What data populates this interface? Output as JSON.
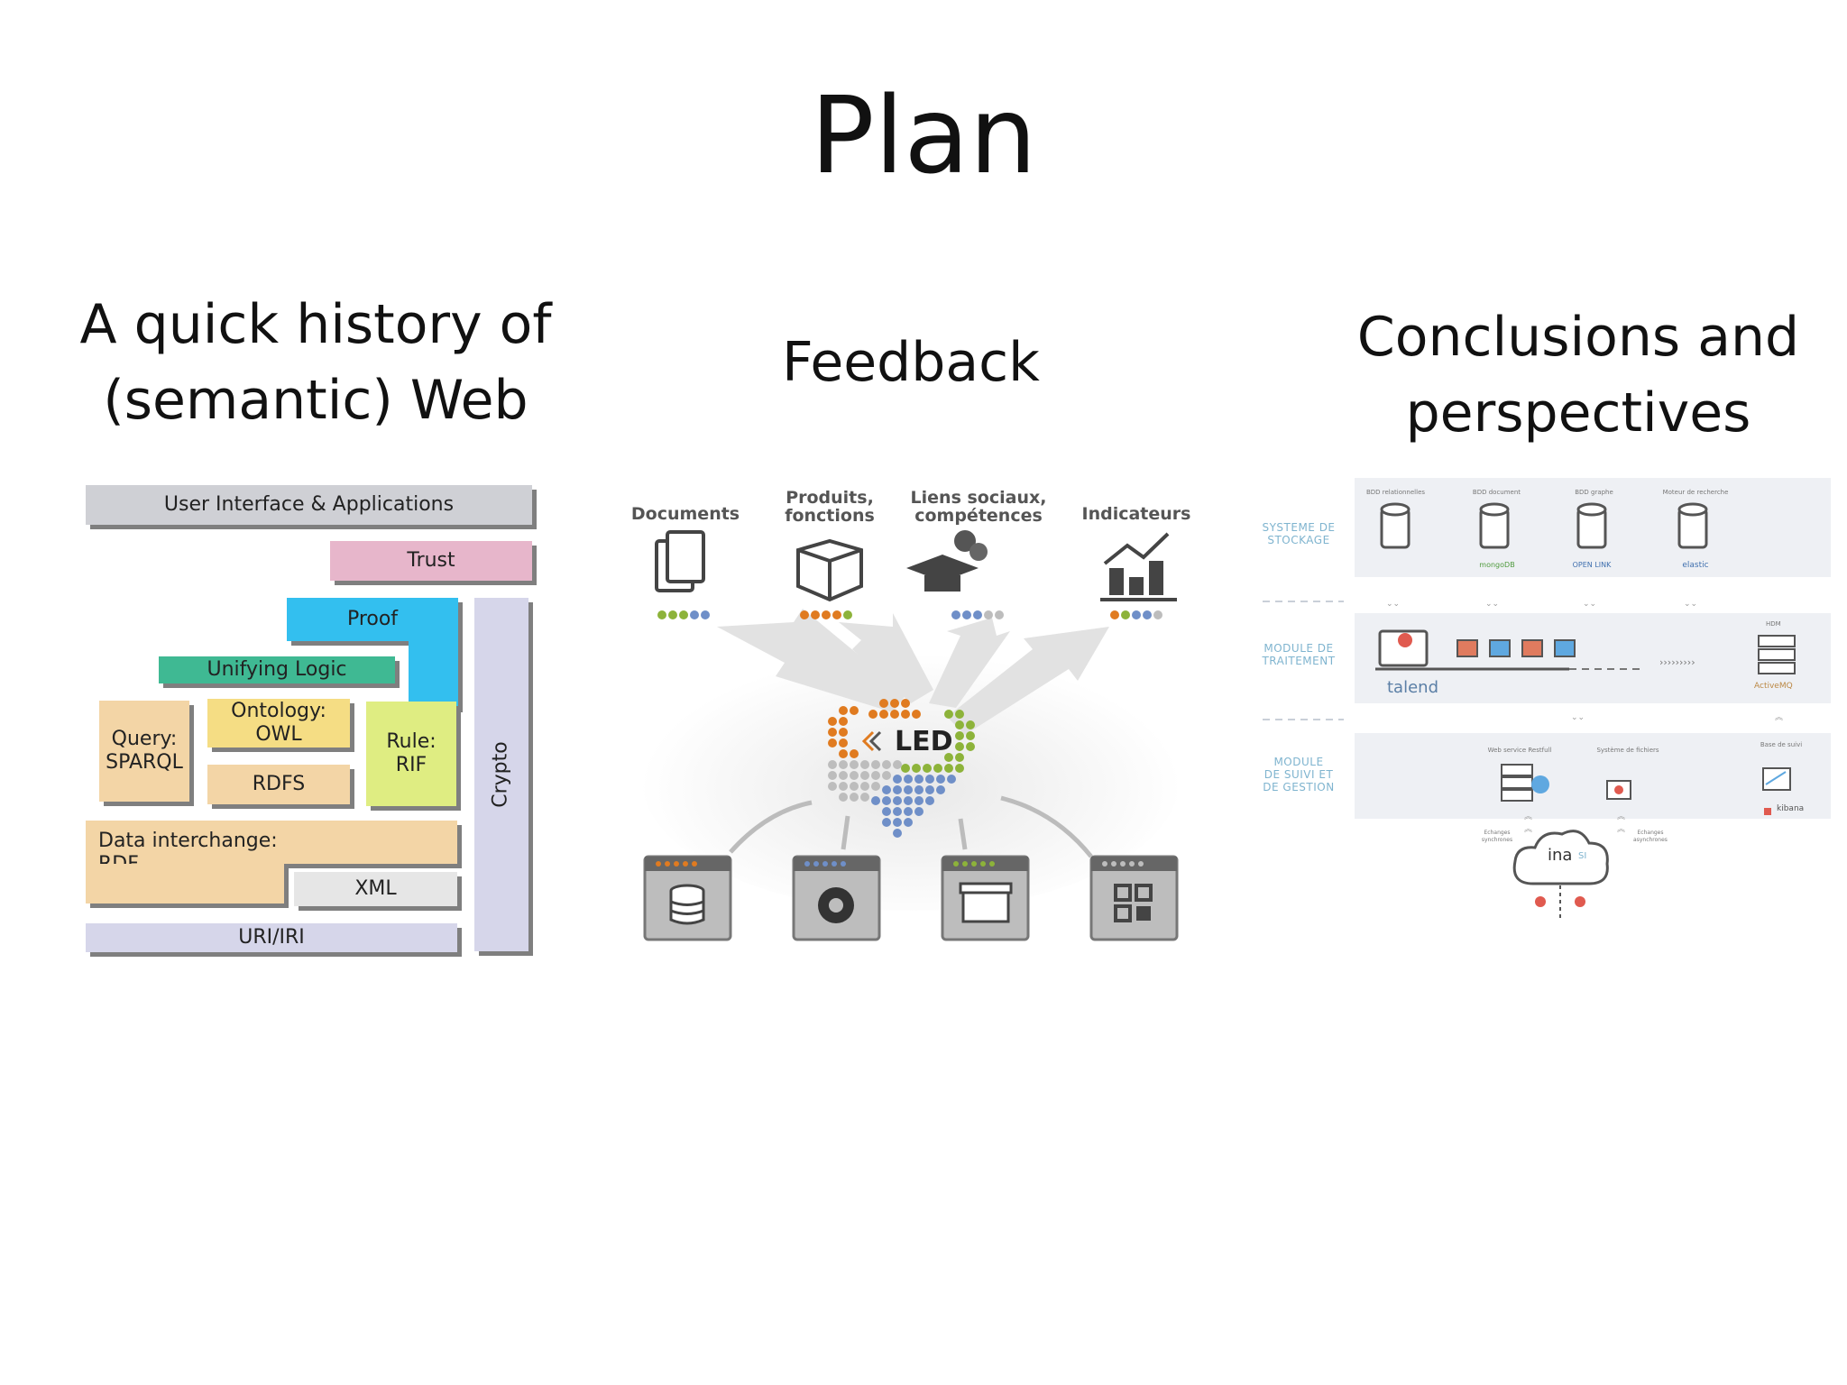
{
  "slide": {
    "title": "Plan"
  },
  "sections": {
    "left": {
      "heading": "A quick history of\n(semantic) Web"
    },
    "middle": {
      "heading": "Feedback"
    },
    "right": {
      "heading": "Conclusions and\nperspectives"
    }
  },
  "semantic_web_stack": {
    "ui": "User Interface & Applications",
    "trust": "Trust",
    "proof": "Proof",
    "unifying_logic": "Unifying Logic",
    "query": "Query:\nSPARQL",
    "ontology": "Ontology:\nOWL",
    "rdfs": "RDFS",
    "rule": "Rule:\nRIF",
    "crypto": "Crypto",
    "data_interchange": "Data interchange:\nRDF",
    "xml": "XML",
    "uri": "URI/IRI",
    "colors": {
      "gray": "#cfd0d5",
      "pink": "#e7b6cb",
      "cyan": "#33bfef",
      "green": "#3fb993",
      "tan": "#f3d5a6",
      "yellow": "#f5dd84",
      "lime": "#dfed82",
      "lavender": "#d6d6ea"
    }
  },
  "feedback_diagram": {
    "categories": [
      "Documents",
      "Produits,\nfonctions",
      "Liens sociaux,\ncompétences",
      "Indicateurs"
    ],
    "center_logo": "LED",
    "icons": [
      "documents-icon",
      "box-icon",
      "graduation-cap-icon",
      "chart-icon",
      "database-icon",
      "gear-icon",
      "archive-icon",
      "qr-icon"
    ],
    "colors": {
      "orange": "#e07b20",
      "green": "#8db33a",
      "blue": "#6f8fc8",
      "gray": "#bdbdbd"
    }
  },
  "architecture_diagram": {
    "rows": [
      "SYSTEME DE\nSTOCKAGE",
      "MODULE DE\nTRAITEMENT",
      "MODULE\nDE SUIVI ET\nDE GESTION"
    ],
    "storage_titles": [
      "BDD relationnelles",
      "BDD document",
      "BDD graphe",
      "Moteur de recherche"
    ],
    "storage_logos": [
      "",
      "mongoDB",
      "OPEN LINK",
      "elastic"
    ],
    "processing_logo": "talend",
    "hdm_label": "HDM",
    "activemq_label": "ActiveMQ",
    "arrows_text": "›››››››››",
    "management_titles": [
      "Web service Restfull",
      "Système de fichiers",
      "Base de suivi"
    ],
    "kibana_label": "kibana",
    "exchange_sync": "Echanges\nsynchrones",
    "exchange_async": "Echanges\nasynchrones",
    "cloud_label": "ina",
    "cloud_sub": "SI",
    "colors": {
      "band": "#eef0f4",
      "label": "#7fb4cf",
      "accent": "#e05a4f"
    }
  }
}
